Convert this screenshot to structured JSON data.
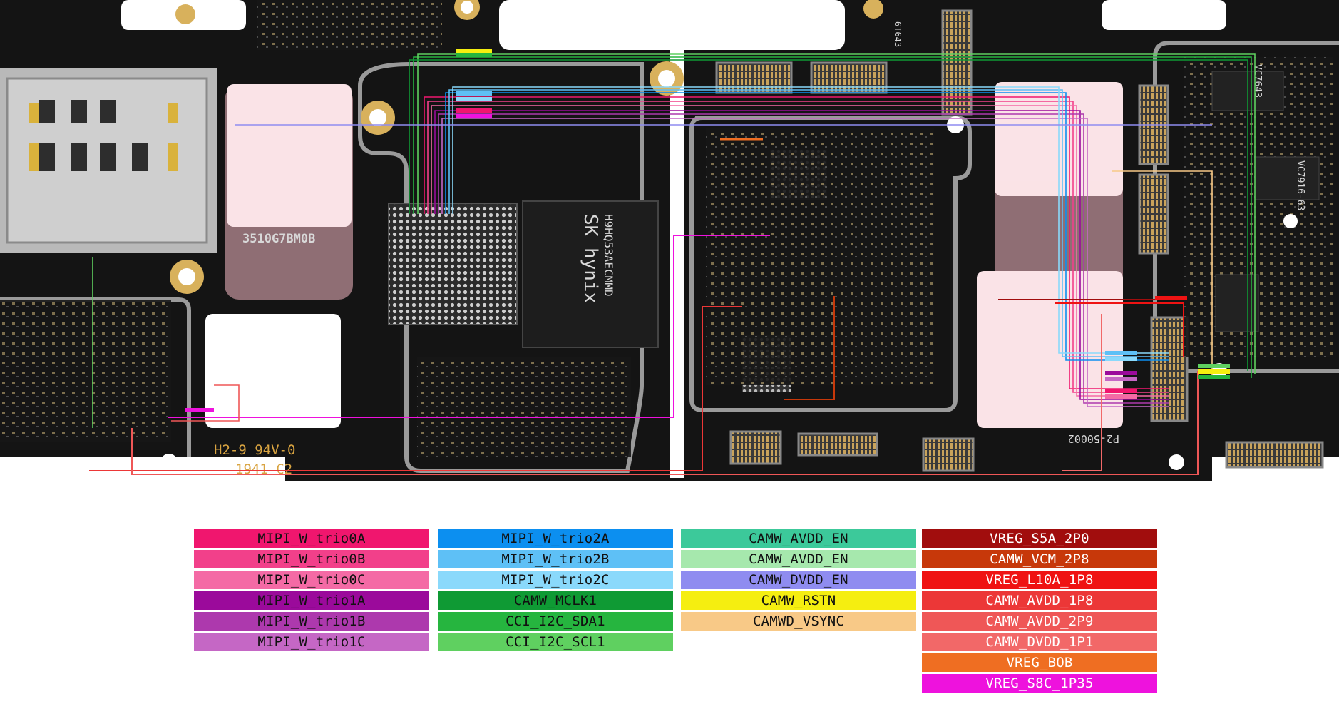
{
  "board": {
    "markings": {
      "pcb_code": "3510G7BM0B",
      "memory_brand": "SK hynix",
      "memory_part": "H9HQ53AECMMD",
      "ul_code": "H2-9 94V-0",
      "date_code": "1941 C2",
      "connector_code": "P2-50002",
      "chip_right_top": "VC7643",
      "chip_right_mid": "VC7916-63",
      "flex_code": "6T643"
    }
  },
  "legend": {
    "columns": [
      [
        {
          "label": "MIPI_W_trio0A",
          "color": "#f0166e",
          "text": "dark"
        },
        {
          "label": "MIPI_W_trio0B",
          "color": "#f2408a",
          "text": "dark"
        },
        {
          "label": "MIPI_W_trio0C",
          "color": "#f46aa5",
          "text": "dark"
        },
        {
          "label": "MIPI_W_trio1A",
          "color": "#9b0a9b",
          "text": "dark"
        },
        {
          "label": "MIPI_W_trio1B",
          "color": "#ad39ad",
          "text": "dark"
        },
        {
          "label": "MIPI_W_trio1C",
          "color": "#c567c5",
          "text": "dark"
        }
      ],
      [
        {
          "label": "MIPI_W_trio2A",
          "color": "#0c8ff0",
          "text": "dark"
        },
        {
          "label": "MIPI_W_trio2B",
          "color": "#5ec0f6",
          "text": "dark"
        },
        {
          "label": "MIPI_W_trio2C",
          "color": "#8ad9fb",
          "text": "dark"
        },
        {
          "label": "CAMW_MCLK1",
          "color": "#0f9a34",
          "text": "dark"
        },
        {
          "label": "CCI_I2C_SDA1",
          "color": "#26b53f",
          "text": "dark"
        },
        {
          "label": "CCI_I2C_SCL1",
          "color": "#5fd060",
          "text": "dark"
        }
      ],
      [
        {
          "label": "CAMW_AVDD_EN",
          "color": "#3cc99a",
          "text": "dark"
        },
        {
          "label": "CAMW_AVDD_EN",
          "color": "#a6e8ad",
          "text": "dark"
        },
        {
          "label": "CAMW_DVDD_EN",
          "color": "#8f8cf0",
          "text": "dark"
        },
        {
          "label": "CAMW_RSTN",
          "color": "#f5ee10",
          "text": "dark"
        },
        {
          "label": "CAMWD_VSYNC",
          "color": "#f8c987",
          "text": "dark"
        }
      ],
      [
        {
          "label": "VREG_S5A_2P0",
          "color": "#a10d0d",
          "text": "light"
        },
        {
          "label": "CAMW_VCM_2P8",
          "color": "#c7380a",
          "text": "light"
        },
        {
          "label": "VREG_L10A_1P8",
          "color": "#ef1313",
          "text": "light"
        },
        {
          "label": "CAMW_AVDD_1P8",
          "color": "#ec3737",
          "text": "light"
        },
        {
          "label": "CAMW_AVDD_2P9",
          "color": "#ef5757",
          "text": "light"
        },
        {
          "label": "CAMW_DVDD_1P1",
          "color": "#f26868",
          "text": "light"
        },
        {
          "label": "VREG_BOB",
          "color": "#ef6e22",
          "text": "light"
        },
        {
          "label": "VREG_S8C_1P35",
          "color": "#ee12dd",
          "text": "light"
        }
      ]
    ]
  }
}
